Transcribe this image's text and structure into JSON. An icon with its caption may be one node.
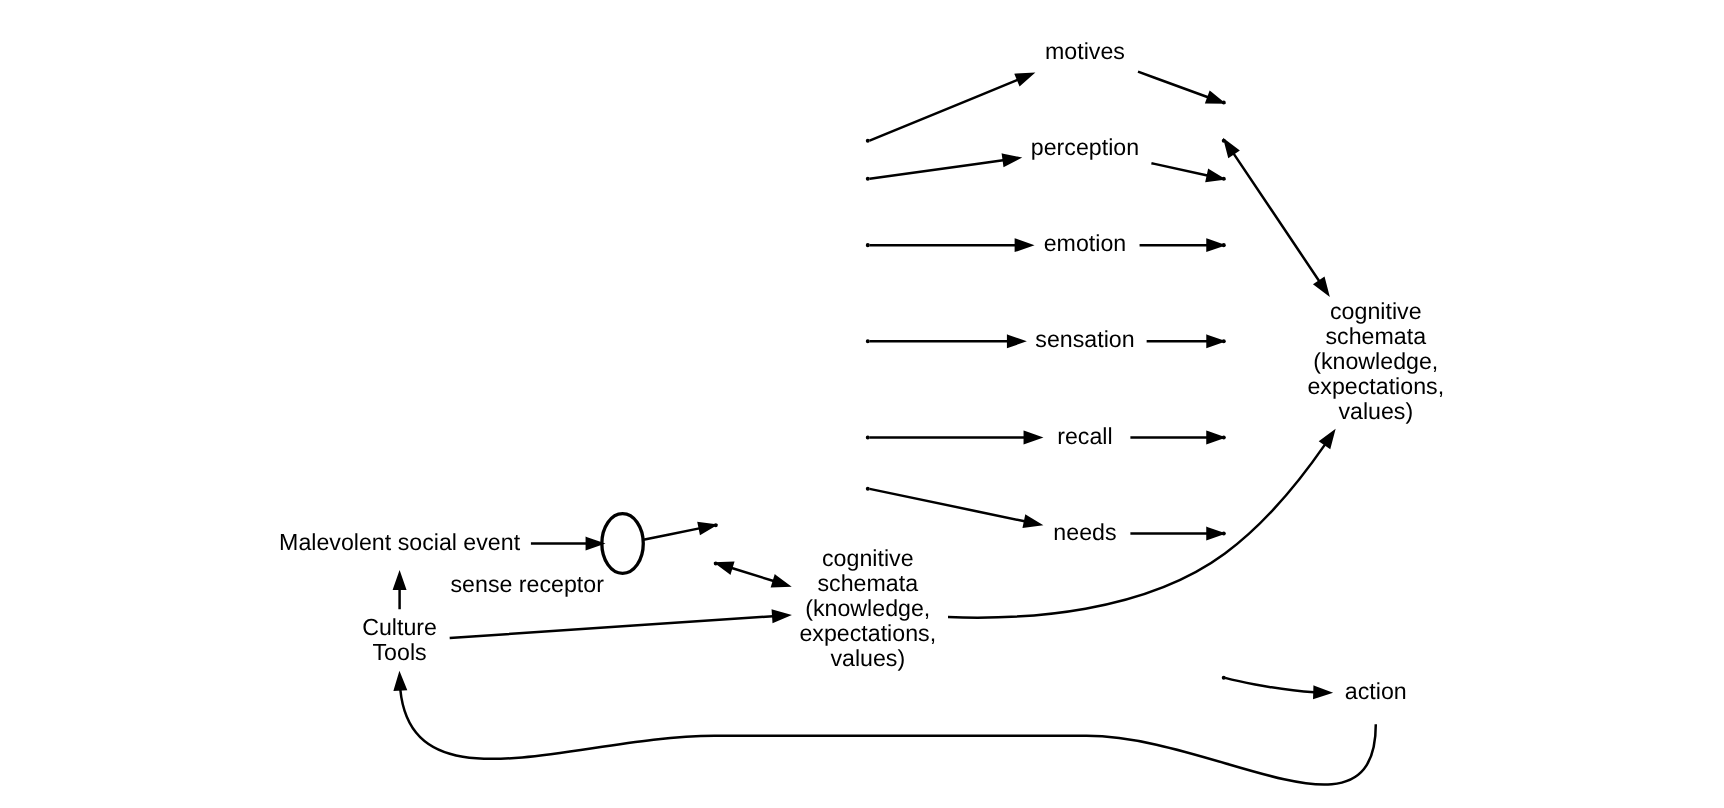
{
  "diagram": {
    "nodes": [
      {
        "text": [
          "Malevolent social event"
        ]
      },
      {
        "text": [],
        "shape": "ellipse",
        "beside": [
          "sense receptor"
        ]
      },
      {
        "text": [
          "motives"
        ]
      },
      {
        "text": [
          "perception"
        ]
      },
      {
        "text": [
          "emotion"
        ]
      },
      {
        "text": [
          "sensation"
        ]
      },
      {
        "text": [
          "recall"
        ]
      },
      {
        "text": [
          "needs"
        ]
      },
      {
        "text": [
          "action"
        ]
      },
      {
        "text": [
          "Culture",
          "Tools"
        ]
      },
      {
        "text": [
          "cognitive schemata (knowledge, expectations, values)"
        ]
      },
      {
        "text": [
          "cognitive schemata (knowledge, expectations, values)"
        ]
      }
    ],
    "edges": [
      {
        "from": 0,
        "to": 1,
        "arrow": "to"
      },
      {
        "from": 1,
        "to": null,
        "arrow": "to"
      },
      {
        "from": null,
        "to": 10,
        "arrow": "both"
      },
      {
        "from": null,
        "to": 2,
        "arrow": "to"
      },
      {
        "from": null,
        "to": 3,
        "arrow": "to"
      },
      {
        "from": null,
        "to": 4,
        "arrow": "to"
      },
      {
        "from": null,
        "to": 5,
        "arrow": "to"
      },
      {
        "from": null,
        "to": 6,
        "arrow": "to"
      },
      {
        "from": null,
        "to": 7,
        "arrow": "to"
      },
      {
        "from": 2,
        "to": null,
        "arrow": "to"
      },
      {
        "from": 3,
        "to": null,
        "arrow": "to"
      },
      {
        "from": 4,
        "to": null,
        "arrow": "to"
      },
      {
        "from": 5,
        "to": null,
        "arrow": "to"
      },
      {
        "from": 6,
        "to": null,
        "arrow": "to"
      },
      {
        "from": 7,
        "to": null,
        "arrow": "to"
      },
      {
        "from": null,
        "to": 11,
        "arrow": "both"
      },
      {
        "from": null,
        "to": 8,
        "arrow": "to"
      },
      {
        "from": 8,
        "to": 9,
        "arrow": "to"
      },
      {
        "from": 9,
        "to": 0,
        "arrow": "to"
      },
      {
        "from": 9,
        "to": 10,
        "arrow": "to"
      },
      {
        "from": 10,
        "to": 11,
        "arrow": "to"
      }
    ]
  }
}
